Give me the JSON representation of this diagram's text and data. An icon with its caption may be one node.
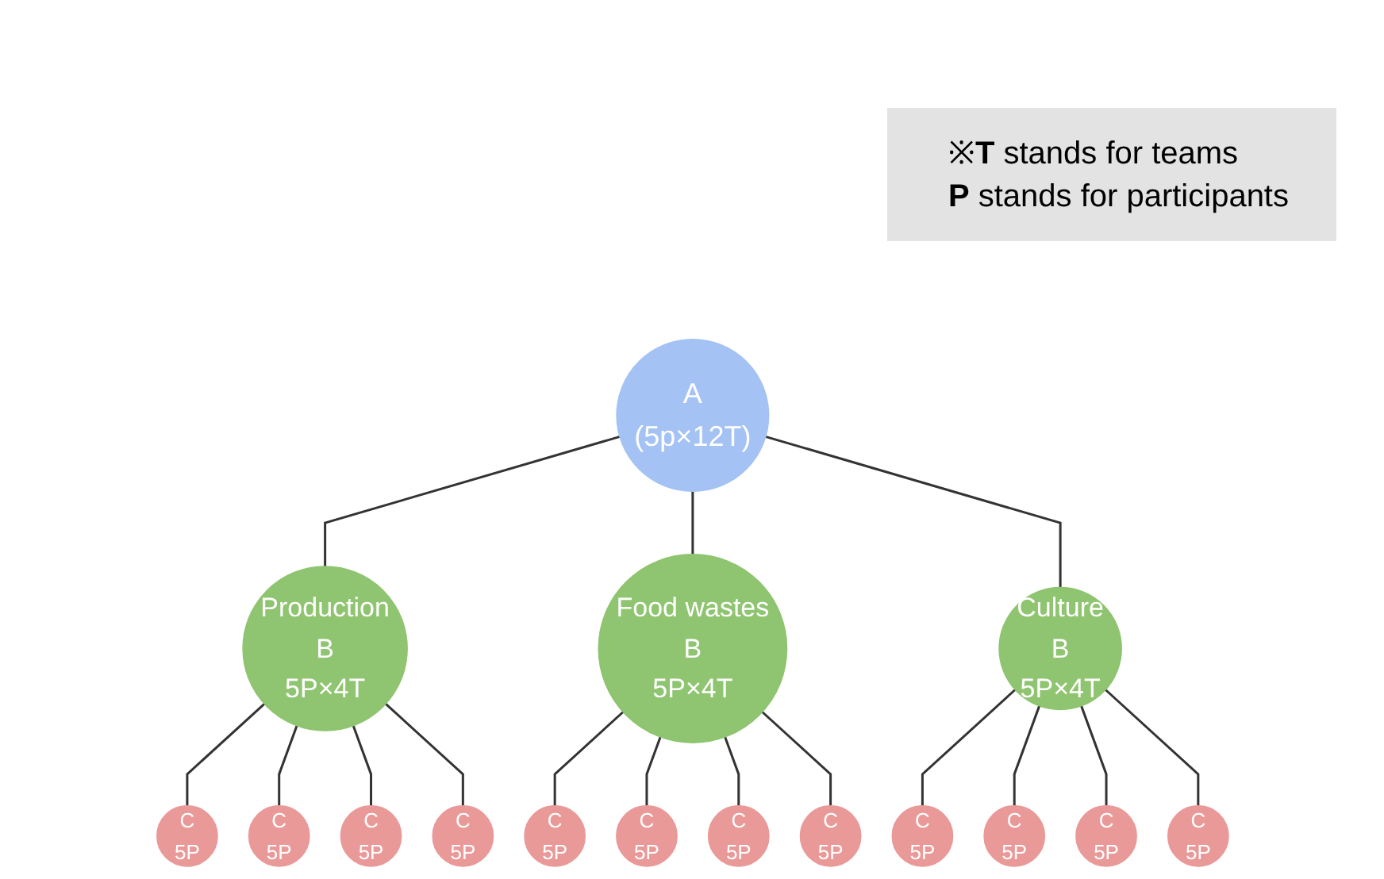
{
  "diagram": {
    "nodes": [
      {
        "text": [
          "A",
          "(5p×12T)"
        ]
      },
      {
        "text": [
          "Production",
          "B",
          "5P×4T"
        ]
      },
      {
        "text": [
          "Food wastes",
          "B",
          "5P×4T"
        ]
      },
      {
        "text": [
          "Culture",
          "B",
          "5P×4T"
        ]
      },
      {
        "text": [
          "C",
          "5P"
        ]
      },
      {
        "text": [
          "C",
          "5P"
        ]
      },
      {
        "text": [
          "C",
          "5P"
        ]
      },
      {
        "text": [
          "C",
          "5P"
        ]
      },
      {
        "text": [
          "C",
          "5P"
        ]
      },
      {
        "text": [
          "C",
          "5P"
        ]
      },
      {
        "text": [
          "C",
          "5P"
        ]
      },
      {
        "text": [
          "C",
          "5P"
        ]
      },
      {
        "text": [
          "C",
          "5P"
        ]
      },
      {
        "text": [
          "C",
          "5P"
        ]
      },
      {
        "text": [
          "C",
          "5P"
        ]
      },
      {
        "text": [
          "C",
          "5P"
        ]
      }
    ],
    "edges": [
      {
        "from": 0,
        "to": 1,
        "arrow": "none"
      },
      {
        "from": 0,
        "to": 2,
        "arrow": "none"
      },
      {
        "from": 0,
        "to": 3,
        "arrow": "none"
      },
      {
        "from": 1,
        "to": 4,
        "arrow": "none"
      },
      {
        "from": 1,
        "to": 5,
        "arrow": "none"
      },
      {
        "from": 1,
        "to": 6,
        "arrow": "none"
      },
      {
        "from": 1,
        "to": 7,
        "arrow": "none"
      },
      {
        "from": 2,
        "to": 8,
        "arrow": "none"
      },
      {
        "from": 2,
        "to": 9,
        "arrow": "none"
      },
      {
        "from": 2,
        "to": 10,
        "arrow": "none"
      },
      {
        "from": 2,
        "to": 11,
        "arrow": "none"
      },
      {
        "from": 3,
        "to": 12,
        "arrow": "none"
      },
      {
        "from": 3,
        "to": 13,
        "arrow": "none"
      },
      {
        "from": 3,
        "to": 14,
        "arrow": "none"
      },
      {
        "from": 3,
        "to": 15,
        "arrow": "none"
      }
    ],
    "labels": [
      "※**T** stands for teams",
      "**P** stands for participants"
    ]
  }
}
